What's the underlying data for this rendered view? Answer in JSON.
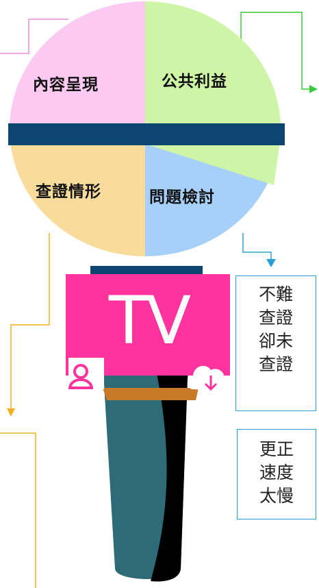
{
  "quadrants": {
    "top_left": {
      "label": "內容呈現",
      "color": "#FBC9F1"
    },
    "top_right": {
      "label": "公共利益",
      "color": "#CDF5A5"
    },
    "bottom_left": {
      "label": "查證情形",
      "color": "#F9DC9C"
    },
    "bottom_right": {
      "label": "問題檢討",
      "color": "#A6D0F9"
    }
  },
  "microphone": {
    "band_color": "#0C4670",
    "tv_label": "TV",
    "flag_color": "#FF339D",
    "handle_color": "#2E6B78"
  },
  "notes": [
    {
      "lines": [
        "不難",
        "查證",
        "卻未",
        "查證"
      ]
    },
    {
      "lines": [
        "更正",
        "速度",
        "太慢"
      ]
    }
  ],
  "connector_colors": {
    "pink": "#F08CE0",
    "green": "#3CC83C",
    "orange": "#F0B020",
    "blue": "#2A9FD6"
  }
}
